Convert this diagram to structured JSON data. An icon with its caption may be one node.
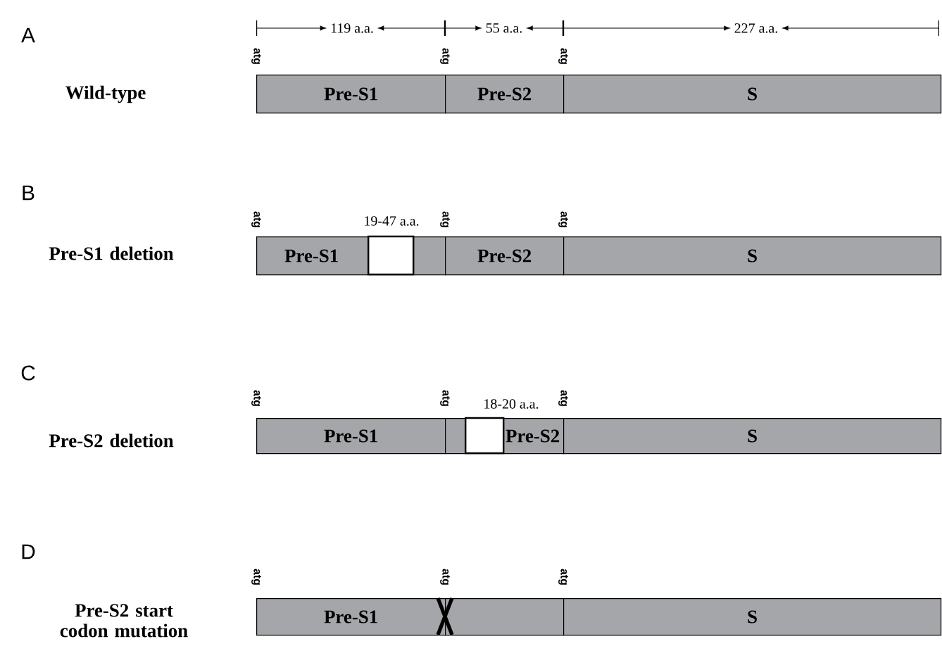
{
  "diagram": {
    "nodes": [
      {
        "text": [
          "Pre-S1"
        ]
      },
      {
        "text": [
          "Pre-S2"
        ]
      },
      {
        "text": [
          "S"
        ]
      },
      {
        "text": [
          "Pre-S1"
        ]
      },
      {
        "text": [],
        "shape": "box",
        "in": 3
      },
      {
        "text": [
          "Pre-S2"
        ]
      },
      {
        "text": [
          "S"
        ]
      },
      {
        "text": [
          "Pre-S1"
        ]
      },
      {
        "text": [
          "Pre-S2"
        ]
      },
      {
        "text": [],
        "shape": "box",
        "in": 8
      },
      {
        "text": [
          "S"
        ]
      },
      {
        "text": [
          "Pre-S1"
        ]
      },
      {
        "text": [],
        "shape": "bar"
      },
      {
        "text": [
          "S"
        ]
      }
    ],
    "labels": [
      "A",
      "119 a.a.",
      "55 a.a.",
      "227 a.a.",
      "atg",
      "atg",
      "atg",
      "Wild-type",
      "B",
      "atg",
      "19-47 a.a.",
      "atg",
      "atg",
      "Pre-S1 deletion",
      "C",
      "atg",
      "atg",
      "18-20 a.a.",
      "atg",
      "Pre-S2 deletion",
      "D",
      "atg",
      "atg",
      "atg",
      "Pre-S2 start codon mutation"
    ]
  }
}
